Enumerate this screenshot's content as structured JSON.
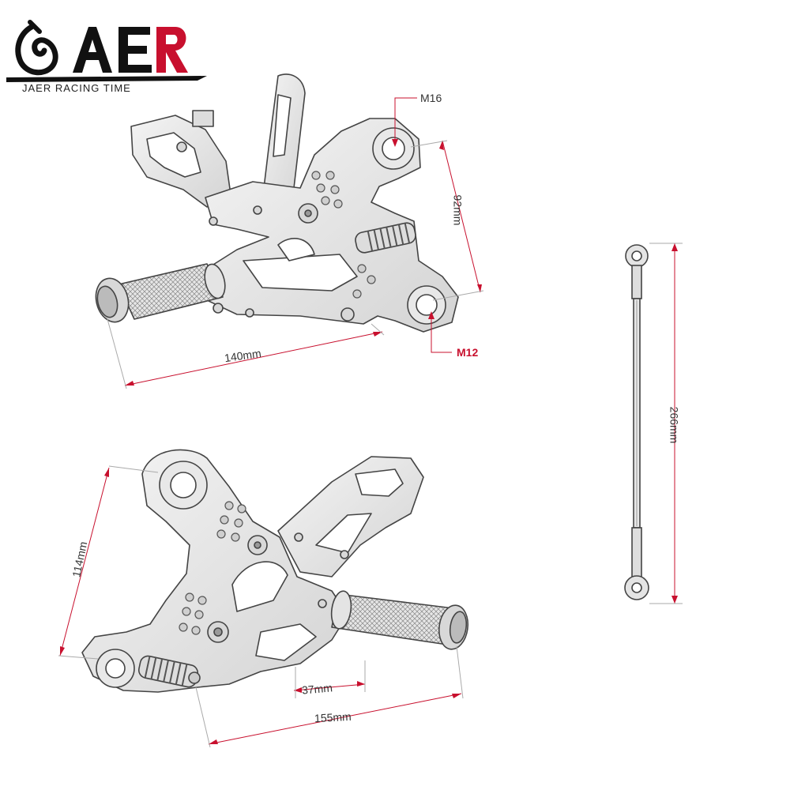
{
  "brand": {
    "logo_text": "JAER",
    "tagline": "JAER RACING TIME",
    "accent_color": "#c8102e"
  },
  "dimensions": {
    "top_unit": {
      "bolt_large": "M16",
      "height": "92mm",
      "bolt_small": "M12",
      "width": "140mm"
    },
    "bottom_unit": {
      "height": "114mm",
      "offset": "37mm",
      "width": "155mm"
    },
    "rod": {
      "length": "266mm"
    }
  }
}
